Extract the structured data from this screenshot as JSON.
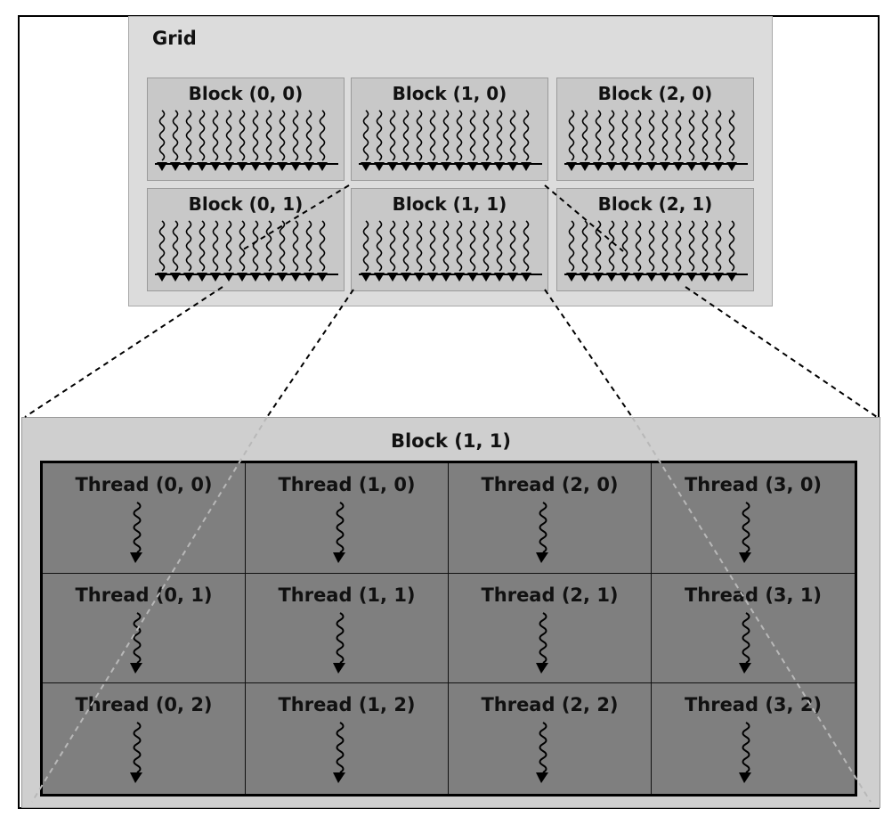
{
  "grid": {
    "title": "Grid",
    "blocks": [
      {
        "label": "Block (0, 0)"
      },
      {
        "label": "Block (1, 0)"
      },
      {
        "label": "Block (2, 0)"
      },
      {
        "label": "Block (0, 1)"
      },
      {
        "label": "Block (1, 1)"
      },
      {
        "label": "Block (2, 1)"
      }
    ]
  },
  "detail": {
    "title": "Block (1, 1)",
    "threads": [
      {
        "label": "Thread (0, 0)"
      },
      {
        "label": "Thread (1, 0)"
      },
      {
        "label": "Thread (2, 0)"
      },
      {
        "label": "Thread (3, 0)"
      },
      {
        "label": "Thread (0, 1)"
      },
      {
        "label": "Thread (1, 1)"
      },
      {
        "label": "Thread (2, 1)"
      },
      {
        "label": "Thread (3, 1)"
      },
      {
        "label": "Thread (0, 2)"
      },
      {
        "label": "Thread (1, 2)"
      },
      {
        "label": "Thread (2, 2)"
      },
      {
        "label": "Thread (3, 2)"
      }
    ]
  },
  "colors": {
    "grid_bg": "#dcdcdc",
    "block_bg": "#c8c8c8",
    "thread_bg": "#7f7f7f",
    "detail_bg": "#cfcfcf"
  },
  "icons": {
    "thread_glyph": "wavy-arrow-icon"
  }
}
